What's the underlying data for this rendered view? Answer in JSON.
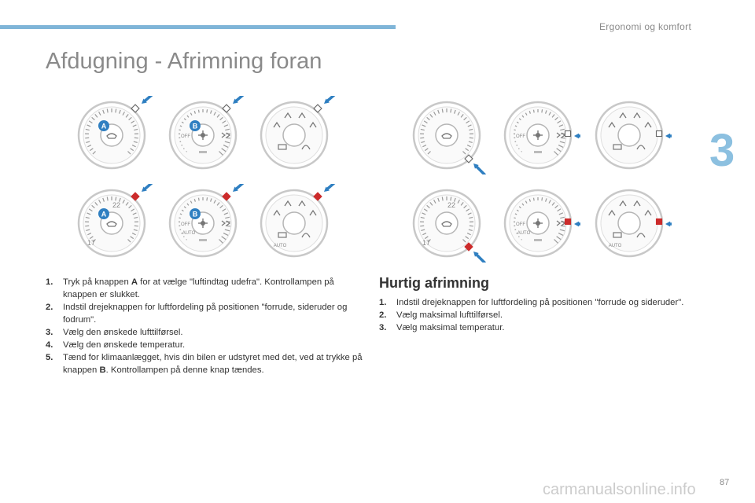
{
  "header": {
    "section_title": "Ergonomi og komfort",
    "chapter_number": "3"
  },
  "page": {
    "title": "Afdugning - Afrimning foran",
    "number": "87"
  },
  "left_steps": [
    {
      "num": "1.",
      "pre": "Tryk på knappen ",
      "bold": "A",
      "post": " for at vælge \"luftindtag udefra\". Kontrollampen på knappen er slukket."
    },
    {
      "num": "2.",
      "pre": "Indstil drejeknappen for luftfordeling på positionen \"forrude, sideruder og fodrum\".",
      "bold": "",
      "post": ""
    },
    {
      "num": "3.",
      "pre": "Vælg den ønskede lufttilførsel.",
      "bold": "",
      "post": ""
    },
    {
      "num": "4.",
      "pre": "Vælg den ønskede temperatur.",
      "bold": "",
      "post": ""
    },
    {
      "num": "5.",
      "pre": "Tænd for klimaanlægget, hvis din bilen er udstyret med det, ved at trykke på knappen ",
      "bold": "B",
      "post": ". Kontrollampen på denne knap tændes."
    }
  ],
  "quick_defrost": {
    "title": "Hurtig afrimning",
    "steps": [
      {
        "num": "1.",
        "text": "Indstil drejeknappen for luftfordeling på positionen \"forrude og sideruder\"."
      },
      {
        "num": "2.",
        "text": "Vælg maksimal lufttilførsel."
      },
      {
        "num": "3.",
        "text": "Vælg maksimal temperatur."
      }
    ]
  },
  "dial_labels": {
    "button_a": "A",
    "button_b": "B",
    "off": "OFF",
    "auto": "AUTO",
    "temp_low": "17",
    "temp_high": "22"
  },
  "colors": {
    "accent_blue": "#2f7fc1",
    "indicator_red": "#cc2b2b",
    "dial_gray": "#9a9a9a",
    "label_badge": "#2f7fc1"
  },
  "watermark": "carmanualsonline.info"
}
